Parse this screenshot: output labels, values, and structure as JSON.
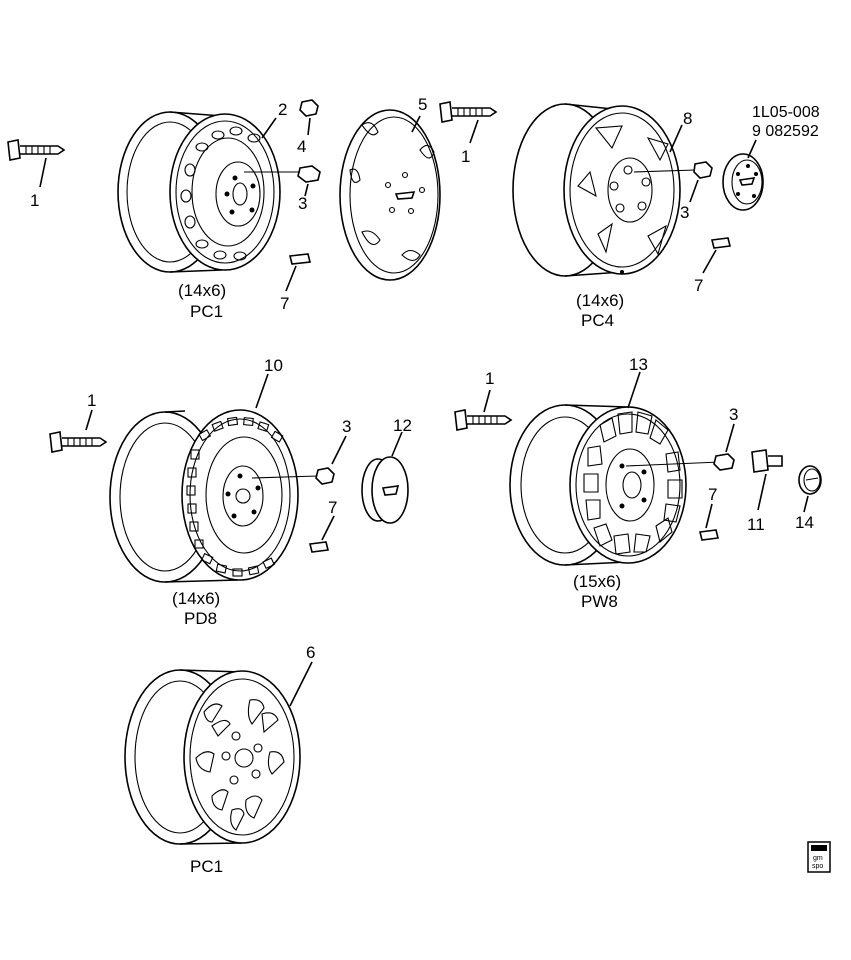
{
  "diagram": {
    "reference_code_line1": "1L05-008",
    "reference_code_line2": "9 082592",
    "wheels": [
      {
        "id": "pc1-steel",
        "size": "(14x6)",
        "code": "PC1"
      },
      {
        "id": "pc4",
        "size": "(14x6)",
        "code": "PC4"
      },
      {
        "id": "pd8",
        "size": "(14x6)",
        "code": "PD8"
      },
      {
        "id": "pw8",
        "size": "(15x6)",
        "code": "PW8"
      },
      {
        "id": "pc1-alloy",
        "size": "",
        "code": "PC1"
      }
    ],
    "callouts": [
      {
        "id": "c1a",
        "text": "1"
      },
      {
        "id": "c2",
        "text": "2"
      },
      {
        "id": "c4",
        "text": "4"
      },
      {
        "id": "c3a",
        "text": "3"
      },
      {
        "id": "c7a",
        "text": "7"
      },
      {
        "id": "c5",
        "text": "5"
      },
      {
        "id": "c1b",
        "text": "1"
      },
      {
        "id": "c8",
        "text": "8"
      },
      {
        "id": "c3b",
        "text": "3"
      },
      {
        "id": "c7b",
        "text": "7"
      },
      {
        "id": "c1c",
        "text": "1"
      },
      {
        "id": "c10",
        "text": "10"
      },
      {
        "id": "c3c",
        "text": "3"
      },
      {
        "id": "c12",
        "text": "12"
      },
      {
        "id": "c7c",
        "text": "7"
      },
      {
        "id": "c1d",
        "text": "1"
      },
      {
        "id": "c13",
        "text": "13"
      },
      {
        "id": "c3d",
        "text": "3"
      },
      {
        "id": "c7d",
        "text": "7"
      },
      {
        "id": "c11",
        "text": "11"
      },
      {
        "id": "c14",
        "text": "14"
      },
      {
        "id": "c6",
        "text": "6"
      }
    ],
    "logo": {
      "line1": "gm",
      "line2": "spo"
    }
  }
}
